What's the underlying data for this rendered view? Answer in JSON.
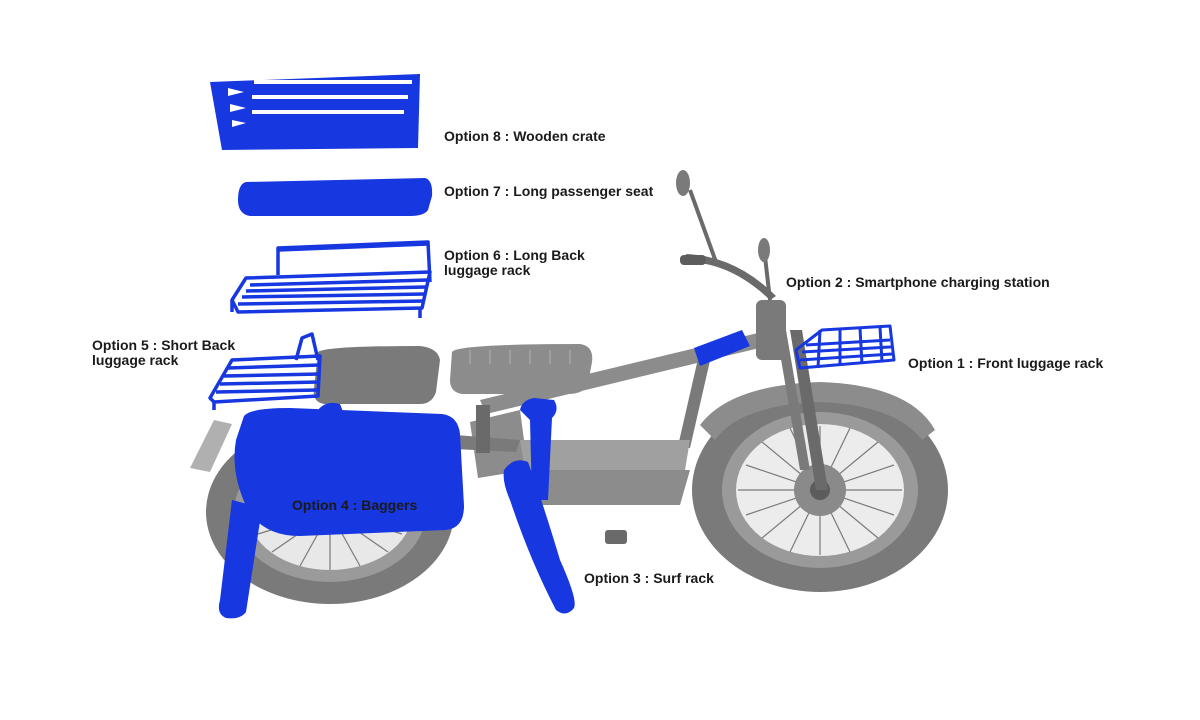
{
  "colors": {
    "accessory": "#1737e0",
    "bike_body": "#8c8c8c",
    "bike_dark": "#5c5c5c",
    "tire": "#7a7a7a",
    "label_text": "#1a1a1a",
    "background": "#ffffff"
  },
  "options": {
    "opt1": {
      "label": "Option 1 : Front luggage rack"
    },
    "opt2": {
      "label": "Option 2 : Smartphone charging station"
    },
    "opt3": {
      "label": "Option 3 : Surf rack"
    },
    "opt4": {
      "label": "Option 4 : Baggers"
    },
    "opt5": {
      "line1": "Option 5 : Short Back",
      "line2": "luggage rack"
    },
    "opt6": {
      "line1": "Option 6 : Long Back",
      "line2": "luggage rack"
    },
    "opt7": {
      "label": "Option 7 : Long passenger seat"
    },
    "opt8": {
      "label": "Option 8 : Wooden crate"
    }
  }
}
